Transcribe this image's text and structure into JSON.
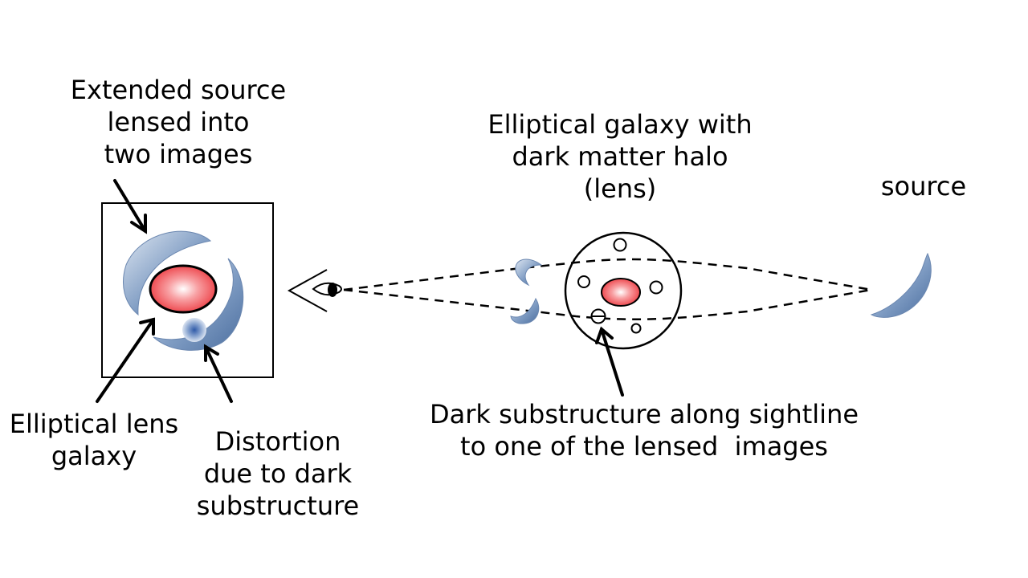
{
  "labels": {
    "extended_source": [
      "Extended source",
      "lensed into",
      "two images"
    ],
    "elliptical_galaxy": [
      "Elliptical galaxy with",
      "dark matter halo",
      "(lens)"
    ],
    "source": "source",
    "elliptical_lens": [
      "Elliptical lens",
      "galaxy"
    ],
    "distortion": [
      "Distortion",
      "due to dark",
      "substructure"
    ],
    "dark_substructure": [
      "Dark substructure along sightline",
      "to one of the lensed  images"
    ]
  },
  "colors": {
    "lens_galaxy": "#f25a5f",
    "lensed_arc": "#5b7fae",
    "line": "#000000"
  }
}
